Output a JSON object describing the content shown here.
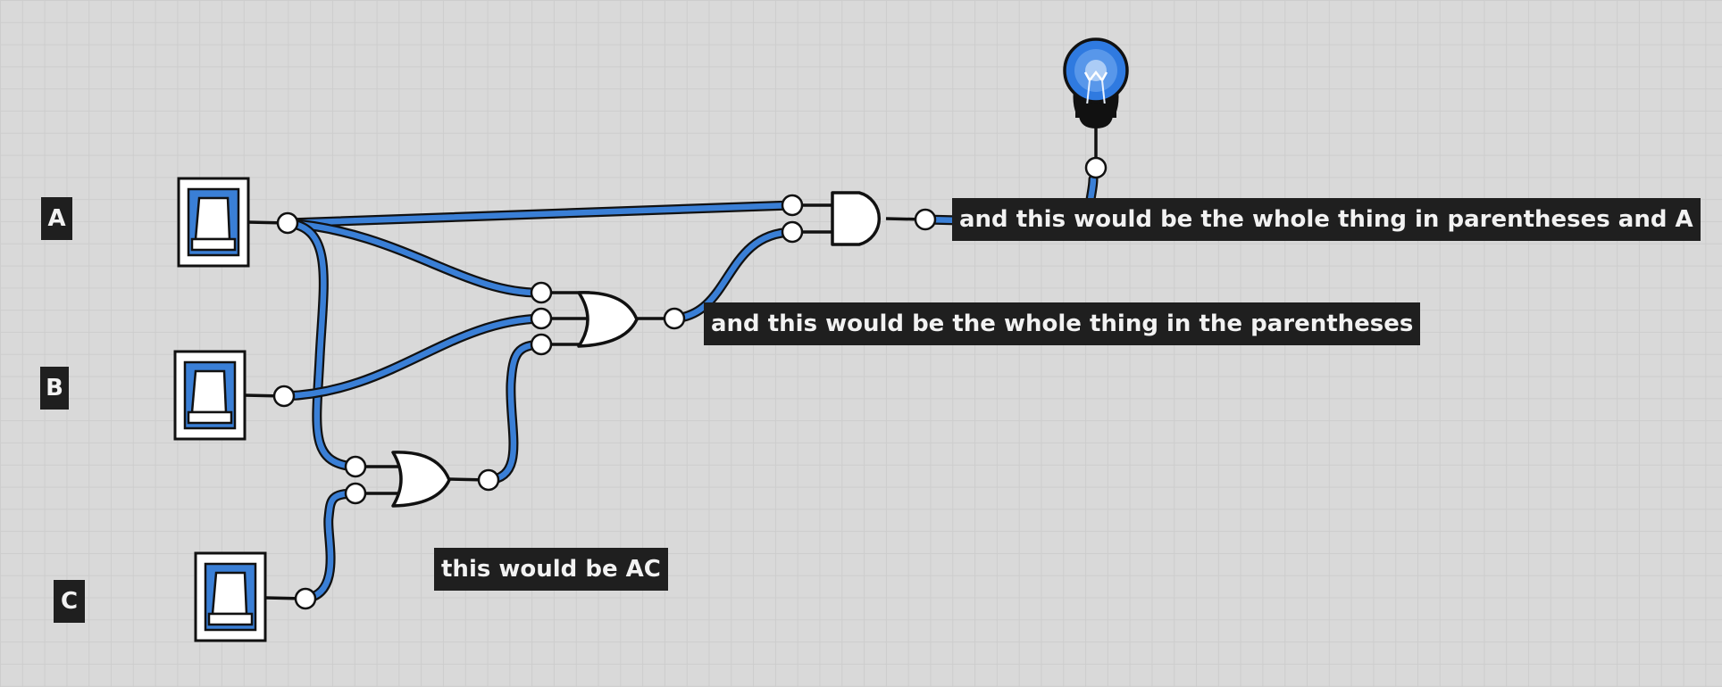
{
  "inputs": [
    {
      "label": "A",
      "state": "off"
    },
    {
      "label": "B",
      "state": "off"
    },
    {
      "label": "C",
      "state": "off"
    }
  ],
  "gates": [
    {
      "id": "or1",
      "type": "OR"
    },
    {
      "id": "or2",
      "type": "OR"
    },
    {
      "id": "and1",
      "type": "AND"
    }
  ],
  "output": {
    "type": "light-bulb",
    "state": "on"
  },
  "annotations": {
    "ac": "this would be AC",
    "parentheses": "and this would be the whole thing in the parentheses",
    "whole": "and this would be the whole thing in parentheses and A"
  },
  "colors": {
    "background": "#d9d9d9",
    "grid": "#cdcdcd",
    "wire_active": "#3a7fd6",
    "label_bg": "#1f1f1f",
    "label_text": "#f2f2f2",
    "bulb": "#2f7ae0"
  }
}
